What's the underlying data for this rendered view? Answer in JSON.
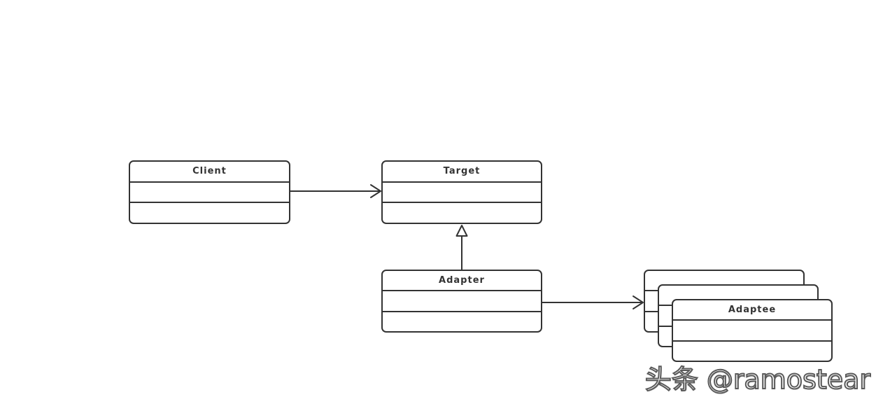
{
  "diagram": {
    "type": "uml-class-diagram",
    "pattern": "Adapter",
    "classes": [
      {
        "name": "Client"
      },
      {
        "name": "Target"
      },
      {
        "name": "Adapter"
      },
      {
        "name": "Adaptee",
        "stacked": true,
        "stack_count": 3
      }
    ],
    "relationships": [
      {
        "from": "Client",
        "to": "Target",
        "type": "association",
        "arrowhead": "open"
      },
      {
        "from": "Adapter",
        "to": "Target",
        "type": "generalization",
        "arrowhead": "hollow-triangle"
      },
      {
        "from": "Adapter",
        "to": "Adaptee",
        "type": "association",
        "arrowhead": "open"
      }
    ]
  },
  "watermark": {
    "text": "头条 @ramostear"
  },
  "colors": {
    "stroke": "#333333",
    "background": "#ffffff",
    "watermark_fill": "#ffffff",
    "watermark_outline": "#5a5a5a"
  }
}
